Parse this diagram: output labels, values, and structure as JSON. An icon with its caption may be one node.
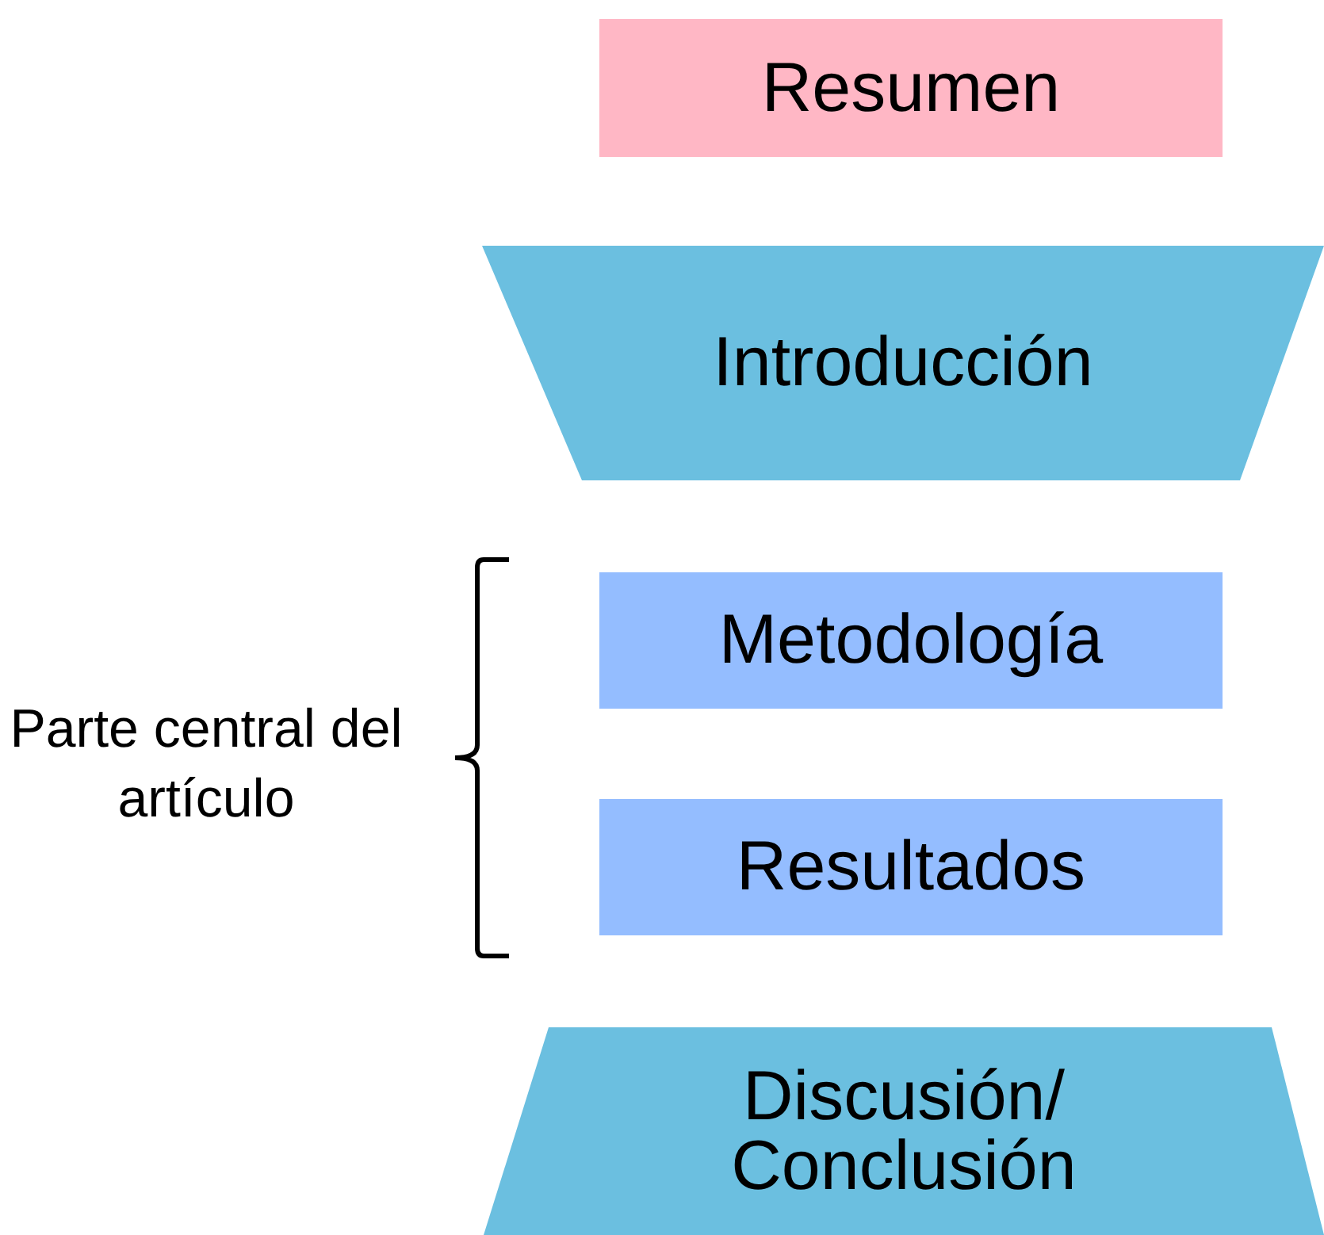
{
  "diagram": {
    "nodes": [
      {
        "text": [
          "Resumen"
        ]
      },
      {
        "text": [
          "Introducción"
        ]
      },
      {
        "text": [
          "Metodología"
        ]
      },
      {
        "text": [
          "Resultados"
        ]
      },
      {
        "text": [
          "Discusión/ Conclusión"
        ]
      }
    ],
    "labels": [
      "Parte central del artículo"
    ]
  }
}
